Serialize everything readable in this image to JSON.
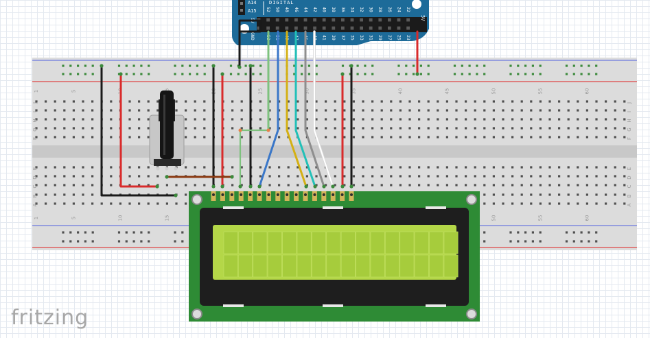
{
  "app": {
    "watermark": "fritzing"
  },
  "arduino": {
    "section_label": "DIGITAL",
    "pins_top": [
      "A14",
      "A15"
    ],
    "left_header": [
      "5V",
      "GND"
    ],
    "header_labels": [
      "52",
      "50",
      "48",
      "46",
      "44",
      "42",
      "40",
      "38",
      "36",
      "34",
      "32",
      "30",
      "28",
      "26",
      "24",
      "22"
    ],
    "bottom_labels": [
      "53",
      "51",
      "49",
      "47",
      "45",
      "43",
      "41",
      "39",
      "37",
      "35",
      "33",
      "31",
      "29",
      "27",
      "25",
      "23"
    ],
    "right_label": "5V",
    "colors": {
      "board": "#1d6b99",
      "header": "#1b1b1b"
    }
  },
  "breadboard": {
    "column_labels": [
      "1",
      "5",
      "10",
      "15",
      "20",
      "25",
      "30",
      "35",
      "40",
      "45",
      "50",
      "55",
      "60"
    ],
    "row_labels_top": [
      "J",
      "I",
      "H",
      "G",
      "F"
    ],
    "row_labels_bottom": [
      "E",
      "D",
      "C",
      "B",
      "A"
    ],
    "colors": {
      "body": "#dcdcdc",
      "rail_blue": "#6b79e0",
      "rail_red": "#e04545",
      "hole": "#4f4f4f",
      "rail_hole": "#3c8a3c"
    }
  },
  "potentiometer": {
    "colors": {
      "body": "#c7c7c7",
      "knob": "#151515"
    }
  },
  "lcd": {
    "colors": {
      "pcb": "#2e8b35",
      "frame": "#1e1e1e",
      "screen": "#b4d748",
      "cell": "#a6cc3c"
    }
  },
  "wires": {
    "colors": {
      "black": "#1a1a1a",
      "red": "#d92b2b",
      "brown": "#8b3a12",
      "green": "#7ec27e",
      "blue": "#3a77c8",
      "yellow": "#d4b014",
      "cyan": "#22c0b8",
      "gray": "#8e8e8e",
      "white": "#f2f2f2",
      "orange": "#e6804a"
    }
  }
}
